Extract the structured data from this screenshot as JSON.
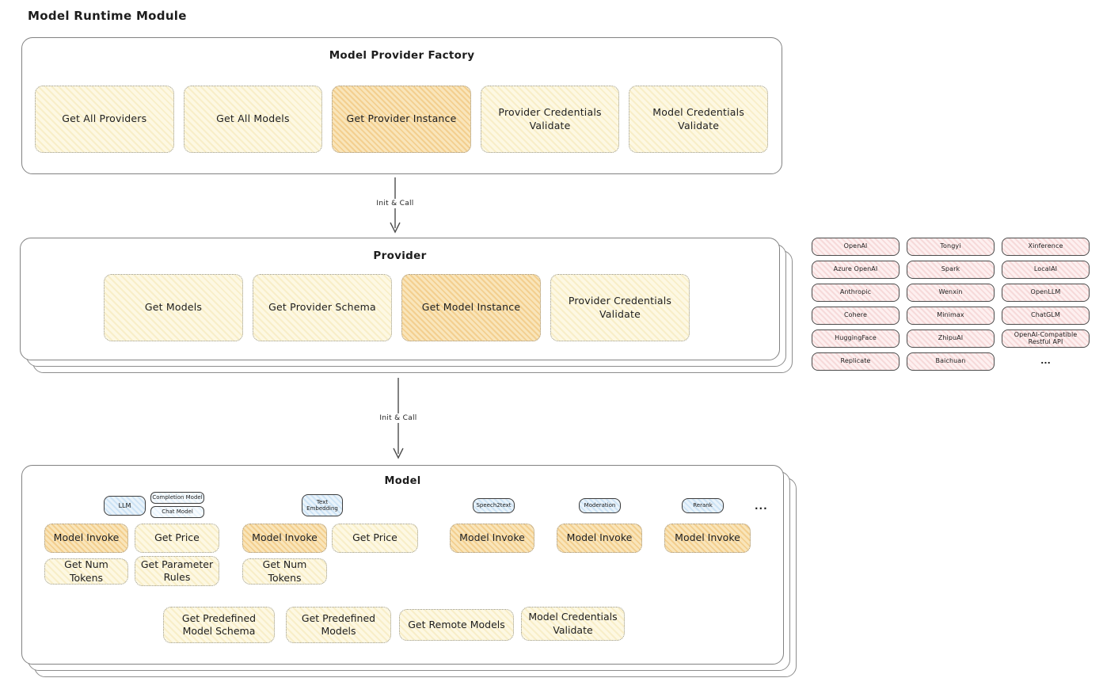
{
  "page_title": "Model Runtime Module",
  "arrow1_label": "Init & Call",
  "arrow2_label": "Init & Call",
  "factory": {
    "title": "Model Provider Factory",
    "boxes": [
      {
        "label": "Get All Providers",
        "variant": "yellow"
      },
      {
        "label": "Get All Models",
        "variant": "yellow"
      },
      {
        "label": "Get Provider Instance",
        "variant": "orange"
      },
      {
        "label": "Provider Credentials Validate",
        "variant": "yellow"
      },
      {
        "label": "Model Credentials Validate",
        "variant": "yellow"
      }
    ]
  },
  "provider": {
    "title": "Provider",
    "boxes": [
      {
        "label": "Get Models",
        "variant": "yellow"
      },
      {
        "label": "Get Provider Schema",
        "variant": "yellow"
      },
      {
        "label": "Get Model Instance",
        "variant": "orange"
      },
      {
        "label": "Provider Credentials Validate",
        "variant": "yellow"
      }
    ]
  },
  "providers_grid": {
    "cells": [
      "OpenAI",
      "Tongyi",
      "Xinference",
      "Azure OpenAI",
      "Spark",
      "LocalAI",
      "Anthropic",
      "Wenxin",
      "OpenLLM",
      "Cohere",
      "Minimax",
      "ChatGLM",
      "HuggingFace",
      "ZhipuAI",
      "OpenAI-Compatible Restful API",
      "Replicate",
      "Baichuan",
      "..."
    ]
  },
  "model": {
    "title": "Model",
    "badges": {
      "llm": "LLM",
      "completion_model": "Completion Model",
      "chat_model": "Chat Model",
      "text_embedding": "Text Embedding",
      "speech2text": "Speech2text",
      "moderation": "Moderation",
      "rerank": "Rerank",
      "more": "..."
    },
    "row1": [
      {
        "label": "Model Invoke",
        "variant": "orange"
      },
      {
        "label": "Get Price",
        "variant": "yellow"
      },
      {
        "label": "Model Invoke",
        "variant": "orange"
      },
      {
        "label": "Get Price",
        "variant": "yellow"
      },
      {
        "label": "Model Invoke",
        "variant": "orange"
      },
      {
        "label": "Model Invoke",
        "variant": "orange"
      },
      {
        "label": "Model Invoke",
        "variant": "orange"
      }
    ],
    "row2": [
      {
        "label": "Get Num Tokens",
        "variant": "yellow"
      },
      {
        "label": "Get Parameter Rules",
        "variant": "yellow"
      },
      {
        "label": "Get Num Tokens",
        "variant": "yellow"
      }
    ],
    "row3": [
      {
        "label": "Get Predefined Model Schema",
        "variant": "yellow"
      },
      {
        "label": "Get Predefined Models",
        "variant": "yellow"
      },
      {
        "label": "Get Remote Models",
        "variant": "yellow"
      },
      {
        "label": "Model Credentials Validate",
        "variant": "yellow"
      }
    ]
  }
}
